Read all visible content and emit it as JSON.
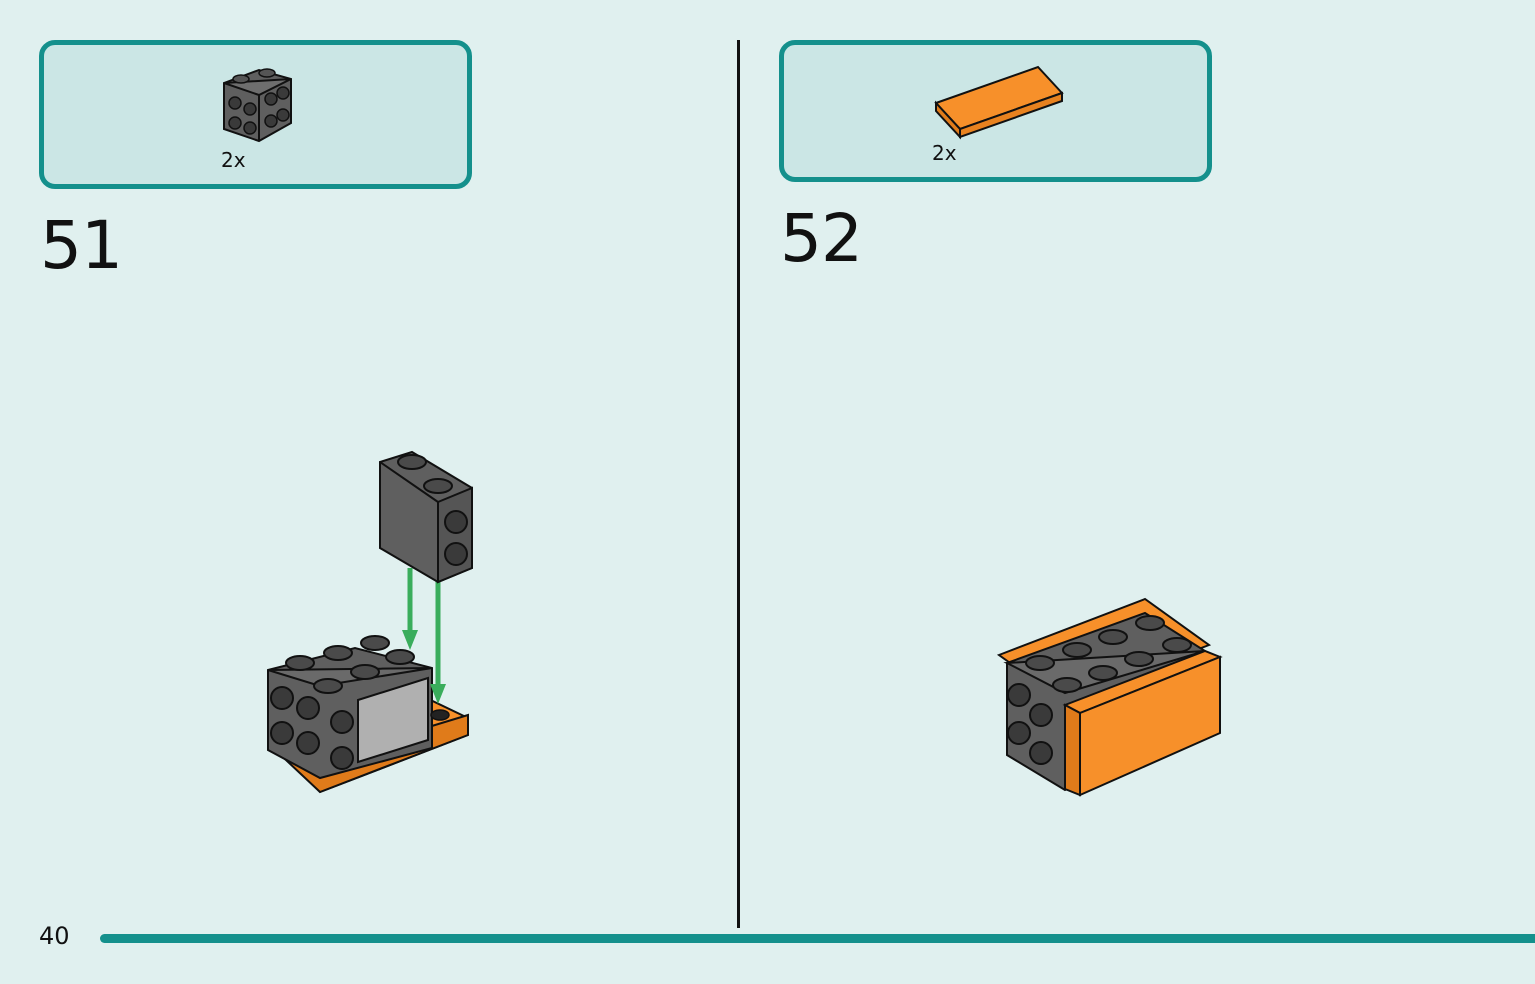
{
  "steps": [
    {
      "number": "51",
      "parts": [
        {
          "quantity": "2x",
          "part": "dark-gray-brick-1x2-with-side-studs-icon"
        }
      ]
    },
    {
      "number": "52",
      "parts": [
        {
          "quantity": "2x",
          "part": "orange-tile-1x4-icon"
        }
      ]
    }
  ],
  "page": {
    "number": "40"
  },
  "colors": {
    "accent": "#14908c",
    "background": "#e0f0ef",
    "parts_box_fill": "#cbe6e5",
    "brick_dark_gray": "#5f5f5f",
    "brick_orange": "#f7902a",
    "arrow_green": "#3aad5c"
  }
}
